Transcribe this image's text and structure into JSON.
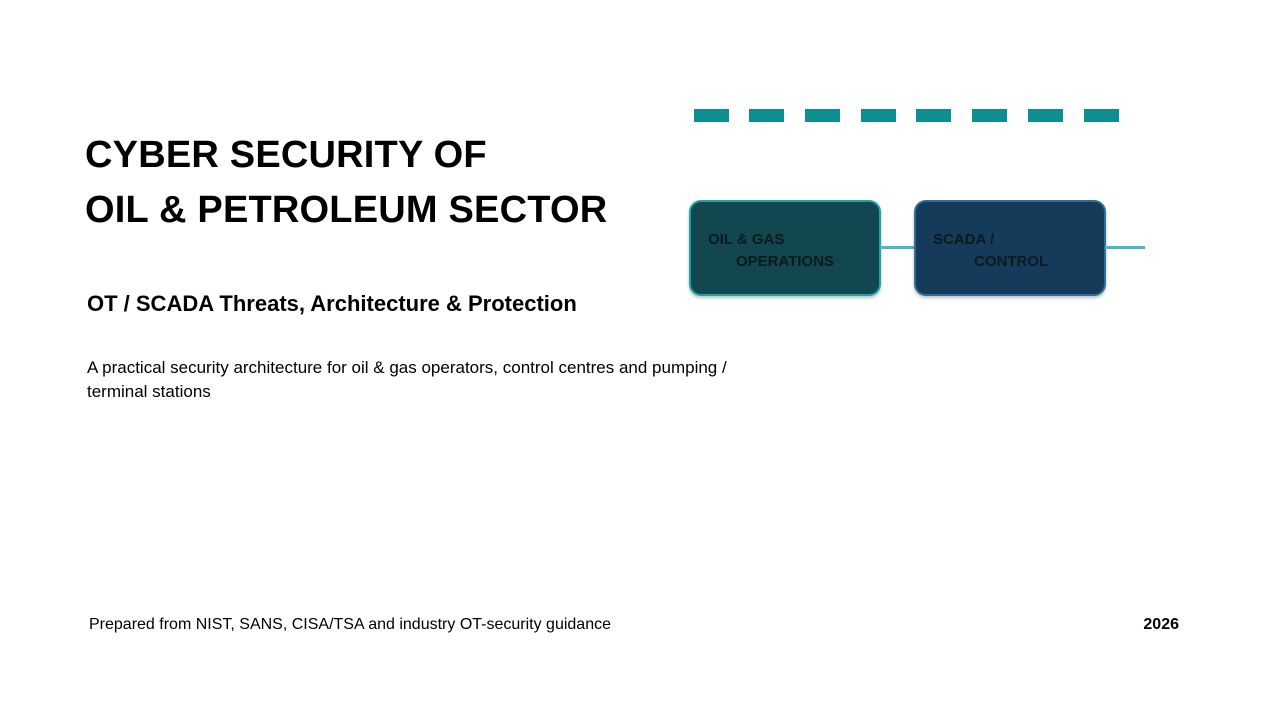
{
  "slide": {
    "title_line1": "CYBER SECURITY OF",
    "title_line2": "OIL & PETROLEUM SECTOR",
    "subtitle": "OT / SCADA Threats, Architecture & Protection",
    "description": "A practical security architecture for oil & gas operators, control centres and pumping / terminal stations",
    "footer_source": "Prepared from NIST, SANS, CISA/TSA and industry OT-security guidance",
    "footer_year": "2026"
  },
  "diagram": {
    "boxes": [
      {
        "line1": "OIL & GAS",
        "line2": "OPERATIONS"
      },
      {
        "line1": "SCADA /",
        "line2": "CONTROL"
      }
    ]
  },
  "colors": {
    "dash_accent": "#0e8f8f",
    "connector": "#4bb8c4",
    "ops_box_fill": "#13474f",
    "ops_box_border": "#1ea3a6",
    "scada_box_fill": "#163a59",
    "scada_box_border": "#2f6f94"
  }
}
